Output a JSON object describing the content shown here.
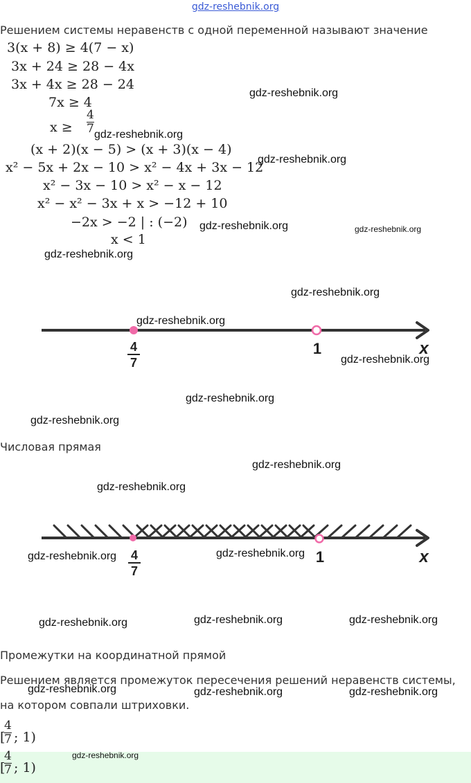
{
  "site_link": "gdz-reshebnik.org",
  "intro_text": "Решением системы неравенств с одной переменной называют значение",
  "system1": [
    "3(x + 8)  ≥  4(7 − x)",
    "3x + 24  ≥  28 − 4x",
    "3x + 4x  ≥  28 − 24",
    "7x  ≥  4",
    "x  ≥"
  ],
  "fraction": {
    "numerator": "4",
    "denominator": "7"
  },
  "system2": [
    "(x + 2)(x − 5)  >  (x + 3)(x − 4)",
    "x² − 5x + 2x − 10  >  x² − 4x + 3x − 12",
    "x² − 3x − 10  >  x² − x − 12",
    "x² − x² − 3x + x  >  −12 + 10",
    "−2x  >  −2 |  : (−2)",
    "x  <  1"
  ],
  "watermark": "gdz-reshebnik.org",
  "number_line_1": {
    "point_a_num": "4",
    "point_a_den": "7",
    "point_b": "1",
    "axis_label": "x",
    "accent_color": "#f06aa8"
  },
  "caption_1": "Числовая прямая",
  "number_line_2": {
    "point_a_num": "4",
    "point_a_den": "7",
    "point_b": "1",
    "axis_label": "x"
  },
  "caption_2": "Промежутки на координатной прямой",
  "conclusion_line1": "Решением является промежуток пересечения решений неравенств системы,",
  "conclusion_line2": "на котором совпали штриховки.",
  "answer": {
    "open": "[",
    "close": "; 1)"
  },
  "highlight_color": "#e6fbe9"
}
